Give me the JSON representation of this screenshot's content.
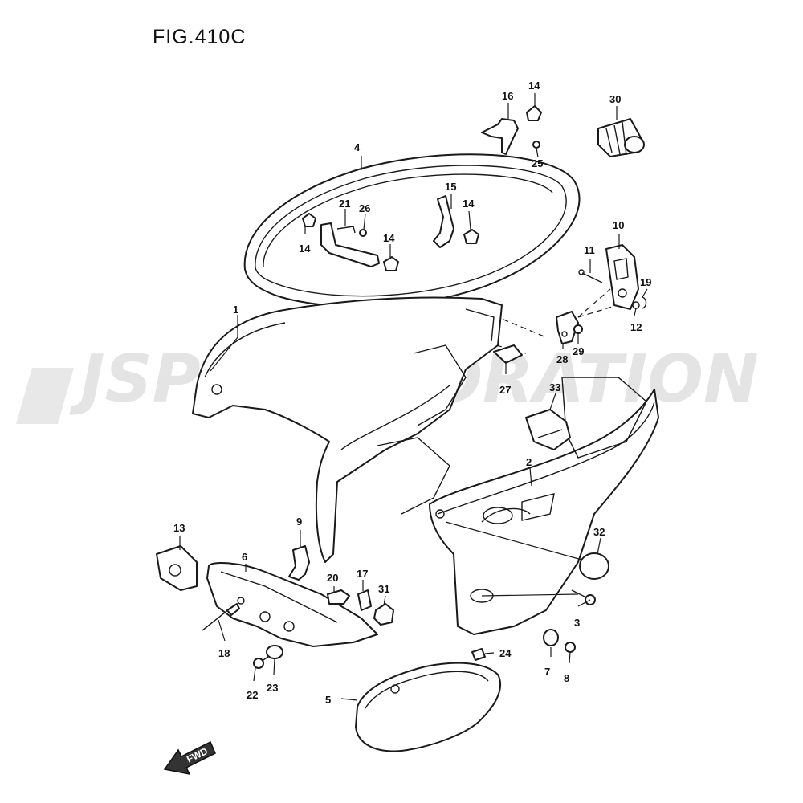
{
  "figure": {
    "title": "FIG.410C"
  },
  "watermark": {
    "text": "JSP CORPORATION"
  },
  "fwd": {
    "label": "FWD"
  },
  "callouts": [
    {
      "id": "1",
      "label": "1"
    },
    {
      "id": "2",
      "label": "2"
    },
    {
      "id": "3",
      "label": "3"
    },
    {
      "id": "4",
      "label": "4"
    },
    {
      "id": "5",
      "label": "5"
    },
    {
      "id": "6",
      "label": "6"
    },
    {
      "id": "7",
      "label": "7"
    },
    {
      "id": "8",
      "label": "8"
    },
    {
      "id": "9",
      "label": "9"
    },
    {
      "id": "10",
      "label": "10"
    },
    {
      "id": "11",
      "label": "11"
    },
    {
      "id": "12",
      "label": "12"
    },
    {
      "id": "13",
      "label": "13"
    },
    {
      "id": "14a",
      "label": "14"
    },
    {
      "id": "14b",
      "label": "14"
    },
    {
      "id": "14c",
      "label": "14"
    },
    {
      "id": "14d",
      "label": "14"
    },
    {
      "id": "15",
      "label": "15"
    },
    {
      "id": "16",
      "label": "16"
    },
    {
      "id": "17",
      "label": "17"
    },
    {
      "id": "18",
      "label": "18"
    },
    {
      "id": "19",
      "label": "19"
    },
    {
      "id": "20",
      "label": "20"
    },
    {
      "id": "21",
      "label": "21"
    },
    {
      "id": "22",
      "label": "22"
    },
    {
      "id": "23",
      "label": "23"
    },
    {
      "id": "24",
      "label": "24"
    },
    {
      "id": "25",
      "label": "25"
    },
    {
      "id": "26",
      "label": "26"
    },
    {
      "id": "27",
      "label": "27"
    },
    {
      "id": "28",
      "label": "28"
    },
    {
      "id": "29",
      "label": "29"
    },
    {
      "id": "30",
      "label": "30"
    },
    {
      "id": "31",
      "label": "31"
    },
    {
      "id": "32",
      "label": "32"
    },
    {
      "id": "33",
      "label": "33"
    }
  ]
}
